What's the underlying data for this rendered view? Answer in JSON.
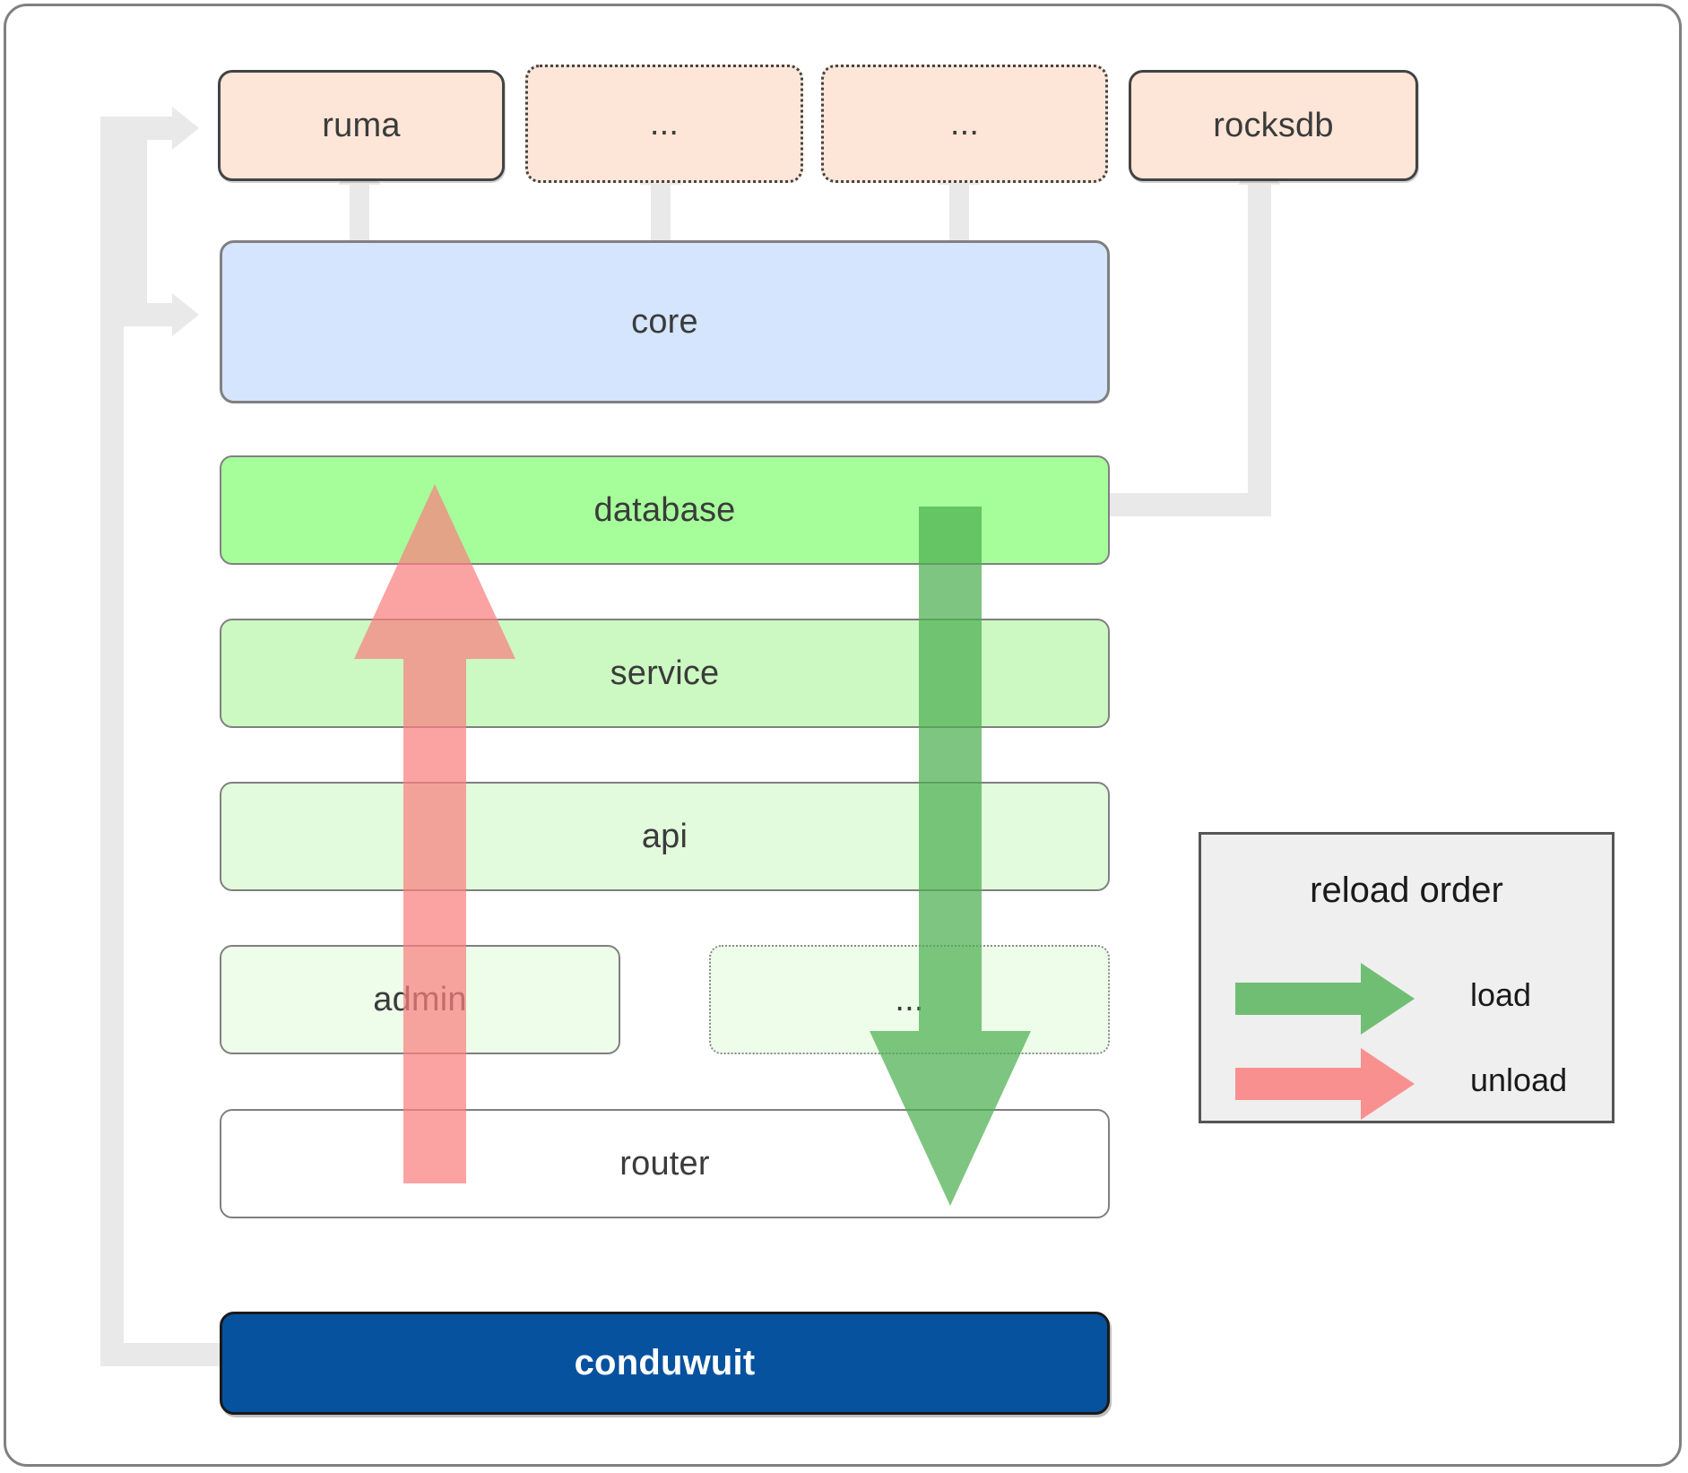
{
  "diagram": {
    "title": "conduwuit crate dependency / reload order diagram",
    "colors": {
      "dependency_fill": "#fde6d7",
      "core_fill": "#d4e5fd",
      "database_fill": "#a6fe9a",
      "service_fill": "#ccf8c2",
      "api_fill": "#e2fbdc",
      "admin_fill": "#edfdea",
      "router_fill": "#ffffff",
      "brand_fill": "#07529e",
      "connector": "#e9e9e9",
      "load_arrow": "#4caf50",
      "unload_arrow": "#fa7f7f",
      "frame_border": "#808080",
      "legend_bg": "#efefef"
    }
  },
  "dependencies": [
    {
      "label": "ruma",
      "style": "solid"
    },
    {
      "label": "...",
      "style": "dotted"
    },
    {
      "label": "...",
      "style": "dotted"
    },
    {
      "label": "rocksdb",
      "style": "solid"
    }
  ],
  "core": {
    "label": "core"
  },
  "layers": [
    {
      "label": "database",
      "style": "solid"
    },
    {
      "label": "service",
      "style": "solid"
    },
    {
      "label": "api",
      "style": "solid"
    },
    {
      "label": "admin",
      "style": "solid"
    },
    {
      "label": "...",
      "style": "dotted"
    },
    {
      "label": "router",
      "style": "solid"
    }
  ],
  "brand": {
    "label": "conduwuit"
  },
  "legend": {
    "title": "reload order",
    "items": [
      {
        "label": "load",
        "color": "#4caf50"
      },
      {
        "label": "unload",
        "color": "#fa7f7f"
      }
    ]
  }
}
